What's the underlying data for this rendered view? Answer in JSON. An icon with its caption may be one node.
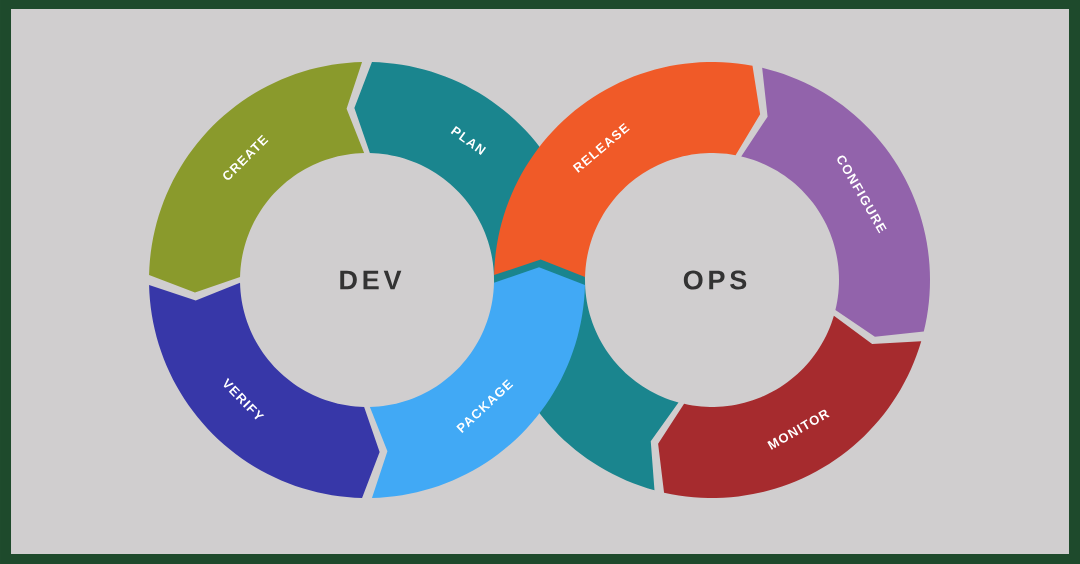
{
  "diagram": {
    "nodes": [
      {
        "text": [
          "CREATE"
        ]
      },
      {
        "text": [
          "PLAN"
        ]
      },
      {
        "text": [
          "RELEASE"
        ]
      },
      {
        "text": [
          "CONFIGURE"
        ]
      },
      {
        "text": [
          "VERIFY"
        ]
      },
      {
        "text": [
          "PACKAGE"
        ]
      },
      {
        "text": [
          "MONITOR"
        ]
      }
    ],
    "labels": [
      "DEV",
      "OPS"
    ]
  }
}
